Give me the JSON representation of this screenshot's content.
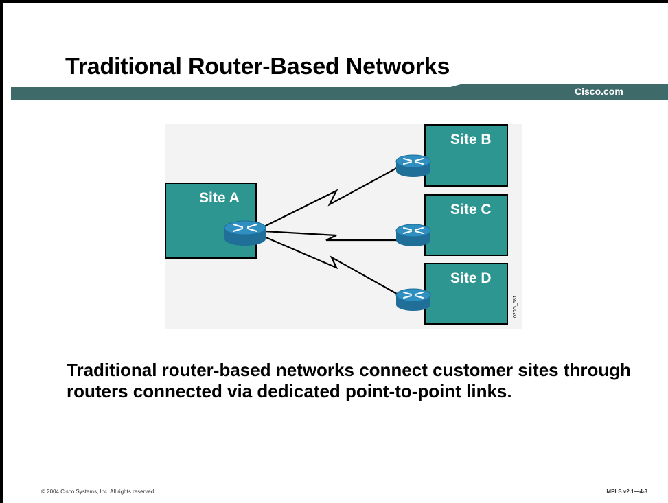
{
  "slide": {
    "title": "Traditional Router-Based Networks",
    "brand": "Cisco.com",
    "body": "Traditional router-based networks connect customer sites through routers connected via dedicated point-to-point links.",
    "copyright": "© 2004 Cisco Systems, Inc. All rights reserved.",
    "course_code": "MPLS v2.1—4-3"
  },
  "diagram": {
    "sites": [
      {
        "label": "Site A"
      },
      {
        "label": "Site B"
      },
      {
        "label": "Site C"
      },
      {
        "label": "Site D"
      }
    ],
    "figure_id": "020G_581",
    "colors": {
      "site_fill": "#2e9690",
      "router_top": "#2f8fc0",
      "router_side": "#1f6f99",
      "band": "#3e6a6a"
    },
    "icons": [
      "router-icon",
      "serial-link-icon"
    ]
  }
}
